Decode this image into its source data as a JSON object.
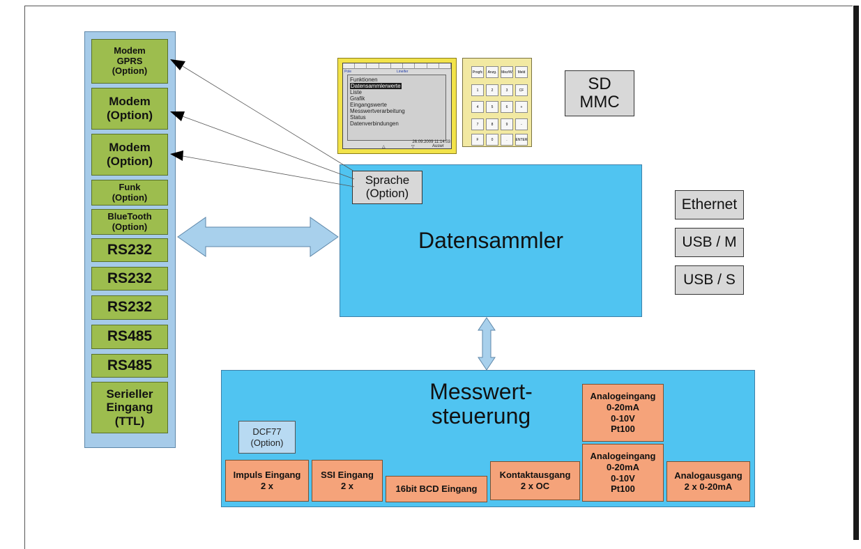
{
  "left_boxes": [
    {
      "id": "modem-gprs",
      "text": "Modem\nGPRS\n(Option)"
    },
    {
      "id": "modem-1",
      "text": "Modem\n(Option)"
    },
    {
      "id": "modem-2",
      "text": "Modem\n(Option)"
    },
    {
      "id": "funk",
      "text": "Funk\n(Option)"
    },
    {
      "id": "bluetooth",
      "text": "BlueTooth\n(Option)"
    },
    {
      "id": "rs232-1",
      "text": "RS232"
    },
    {
      "id": "rs232-2",
      "text": "RS232"
    },
    {
      "id": "rs232-3",
      "text": "RS232"
    },
    {
      "id": "rs485-1",
      "text": "RS485"
    },
    {
      "id": "rs485-2",
      "text": "RS485"
    },
    {
      "id": "seriell",
      "text": "Serieller\nEingang\n(TTL)"
    }
  ],
  "datensammler": {
    "title": "Datensammler",
    "sprache": "Sprache\n(Option)"
  },
  "sd_mmc": "SD\nMMC",
  "interfaces": [
    "Ethernet",
    "USB / M",
    "USB / S"
  ],
  "messwert": {
    "title": "Messwert-\nsteuerung",
    "dcf77": "DCF77\n(Option)",
    "inputs": [
      {
        "id": "impuls",
        "text": "Impuls Eingang\n2 x"
      },
      {
        "id": "ssi",
        "text": "SSI Eingang\n2 x"
      },
      {
        "id": "bcd",
        "text": "16bit BCD Eingang"
      },
      {
        "id": "kontakt",
        "text": "Kontaktausgang\n2 x OC"
      },
      {
        "id": "analog-in-1",
        "text": "Analogeingang\n0-20mA\n0-10V\nPt100"
      },
      {
        "id": "analog-in-2",
        "text": "Analogeingang\n0-20mA\n0-10V\nPt100"
      },
      {
        "id": "analog-out",
        "text": "Analogausgang\n2 x 0-20mA"
      }
    ]
  },
  "display": {
    "header_left": "Pole",
    "header_right": "Lineifer",
    "menu": [
      "Funktionen",
      "Datensammlerwerte",
      "Liste",
      "Grafik",
      "Eingangswerte",
      "Messwertverarbeitung",
      "Status",
      "Datenverbindungen"
    ],
    "timestamp": "26.09.2009 11:14:03",
    "footer_up": "△",
    "footer_down": "▽",
    "footer_right": "Auswr"
  },
  "keypad": {
    "keys": [
      "Progfc",
      "Anzg.",
      "Mez/W",
      "Meld",
      "1",
      "2",
      "3",
      "CF",
      "4",
      "5",
      "6",
      "+",
      "7",
      "8",
      "9",
      "-",
      "F",
      "0",
      ".",
      "ENTER"
    ]
  },
  "colors": {
    "green": "#9dbd4e",
    "blue": "#50c4f1",
    "orange": "#f5a37a",
    "grey": "#d8d8d8",
    "panel": "#a6cbe9"
  }
}
